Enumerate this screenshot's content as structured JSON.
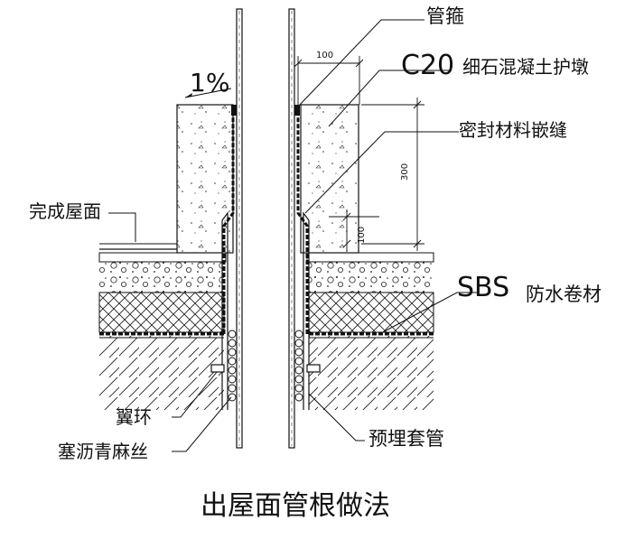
{
  "diagram": {
    "title": "出屋面管根做法",
    "labels": {
      "pipe_hoop": "管箍",
      "concrete_c20": "C20",
      "concrete_desc": "细石混凝土护墩",
      "sealant": "密封材料嵌缝",
      "finished_roof": "完成屋面",
      "sbs": "SBS",
      "sbs_desc": "防水卷材",
      "wing_ring": "翼环",
      "asphalt_hemp": "塞沥青麻丝",
      "embedded_sleeve": "预埋套管"
    },
    "dimensions": {
      "slope": "1%",
      "top_width": "100",
      "height_300": "300",
      "height_100": "100"
    }
  }
}
